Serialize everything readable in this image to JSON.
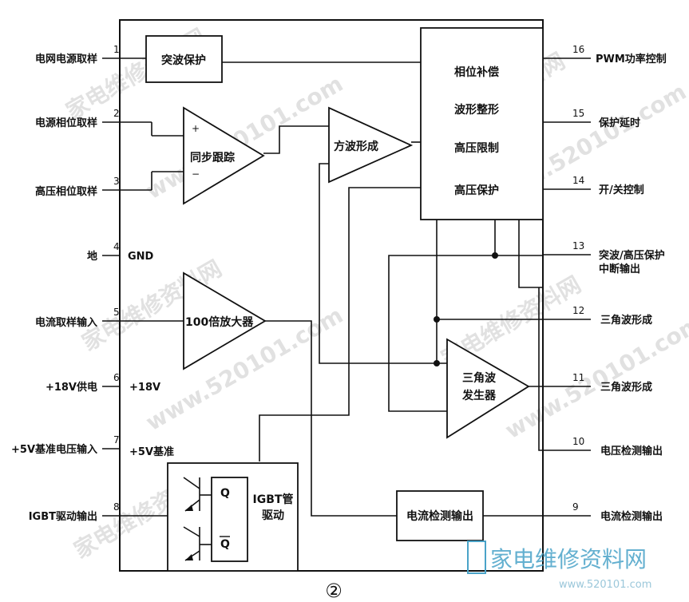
{
  "pins": [
    {
      "no": "1",
      "name": "电网电源取样"
    },
    {
      "no": "2",
      "name": "电源相位取样"
    },
    {
      "no": "3",
      "name": "高压相位取样"
    },
    {
      "no": "4",
      "name": "地",
      "inner": "GND"
    },
    {
      "no": "5",
      "name": "电流取样输入"
    },
    {
      "no": "6",
      "name": "+18V供电",
      "inner": "+18V"
    },
    {
      "no": "7",
      "name": "+5V基准电压输入",
      "inner": "+5V基准"
    },
    {
      "no": "8",
      "name": "IGBT驱动输出"
    },
    {
      "no": "9",
      "name": "电流检测输出"
    },
    {
      "no": "10",
      "name": "电压检测输出"
    },
    {
      "no": "11",
      "name": "三角波形成"
    },
    {
      "no": "12",
      "name": "三角波形成"
    },
    {
      "no": "13",
      "name": "突波/高压保护",
      "name2": "中断输出"
    },
    {
      "no": "14",
      "name": "开/关控制"
    },
    {
      "no": "15",
      "name": "保护延时"
    },
    {
      "no": "16",
      "name": "PWM功率控制"
    }
  ],
  "blocks": {
    "surge": "突波保护",
    "sync": "同步跟踪",
    "square": "方波形成",
    "control": [
      "相位补偿",
      "波形整形",
      "高压限制",
      "高压保护"
    ],
    "amp": "100倍放大器",
    "tri": [
      "三角波",
      "发生器"
    ],
    "igbt": [
      "IGBT管",
      "驱动"
    ],
    "current": "电流检测输出",
    "q": "Q",
    "qbar": "Q"
  },
  "figure_number": "②",
  "watermark": {
    "main": "家电维修资料网",
    "url": "www.520101.com",
    "logo": "家电维修资料网",
    "logo_url": "www.520101.com"
  }
}
